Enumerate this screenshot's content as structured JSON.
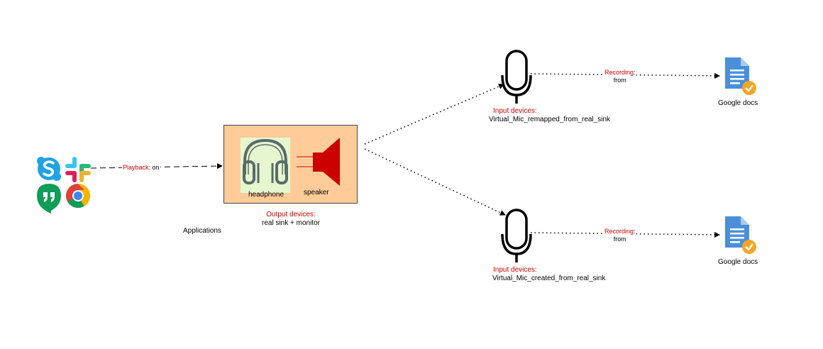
{
  "colors": {
    "arrow": "#000000",
    "red_label": "#cc0000",
    "output_box_fill": "#ffcc99",
    "headphone_bg": "#e6f7cf",
    "speaker": "#cc0000",
    "doc_blue": "#4a90d9",
    "doc_check": "#f5a623"
  },
  "applications": {
    "label": "Applications",
    "icons": [
      "skype-icon",
      "slack-icon",
      "hangouts-icon",
      "chrome-icon"
    ]
  },
  "playback_edge": {
    "label_red": "Playback",
    "label_rest": ": on"
  },
  "output_devices": {
    "headphone_label": "headphone",
    "speaker_label": "speaker",
    "caption_red": "Output devices:",
    "caption": "real sink + monitor"
  },
  "mics": [
    {
      "caption_red": "Input devices:",
      "caption": "Virtual_Mic_remapped_from_real_sink"
    },
    {
      "caption_red": "Input devices:",
      "caption": "Virtual_Mic_created_from_real_sink"
    }
  ],
  "recording_edges": [
    {
      "label_red": "Recording",
      "label_rest": ":",
      "label_line2": "from"
    },
    {
      "label_red": "Recording",
      "label_rest": ":",
      "label_line2": "from"
    }
  ],
  "docs": [
    {
      "label": "Google docs"
    },
    {
      "label": "Google docs"
    }
  ]
}
